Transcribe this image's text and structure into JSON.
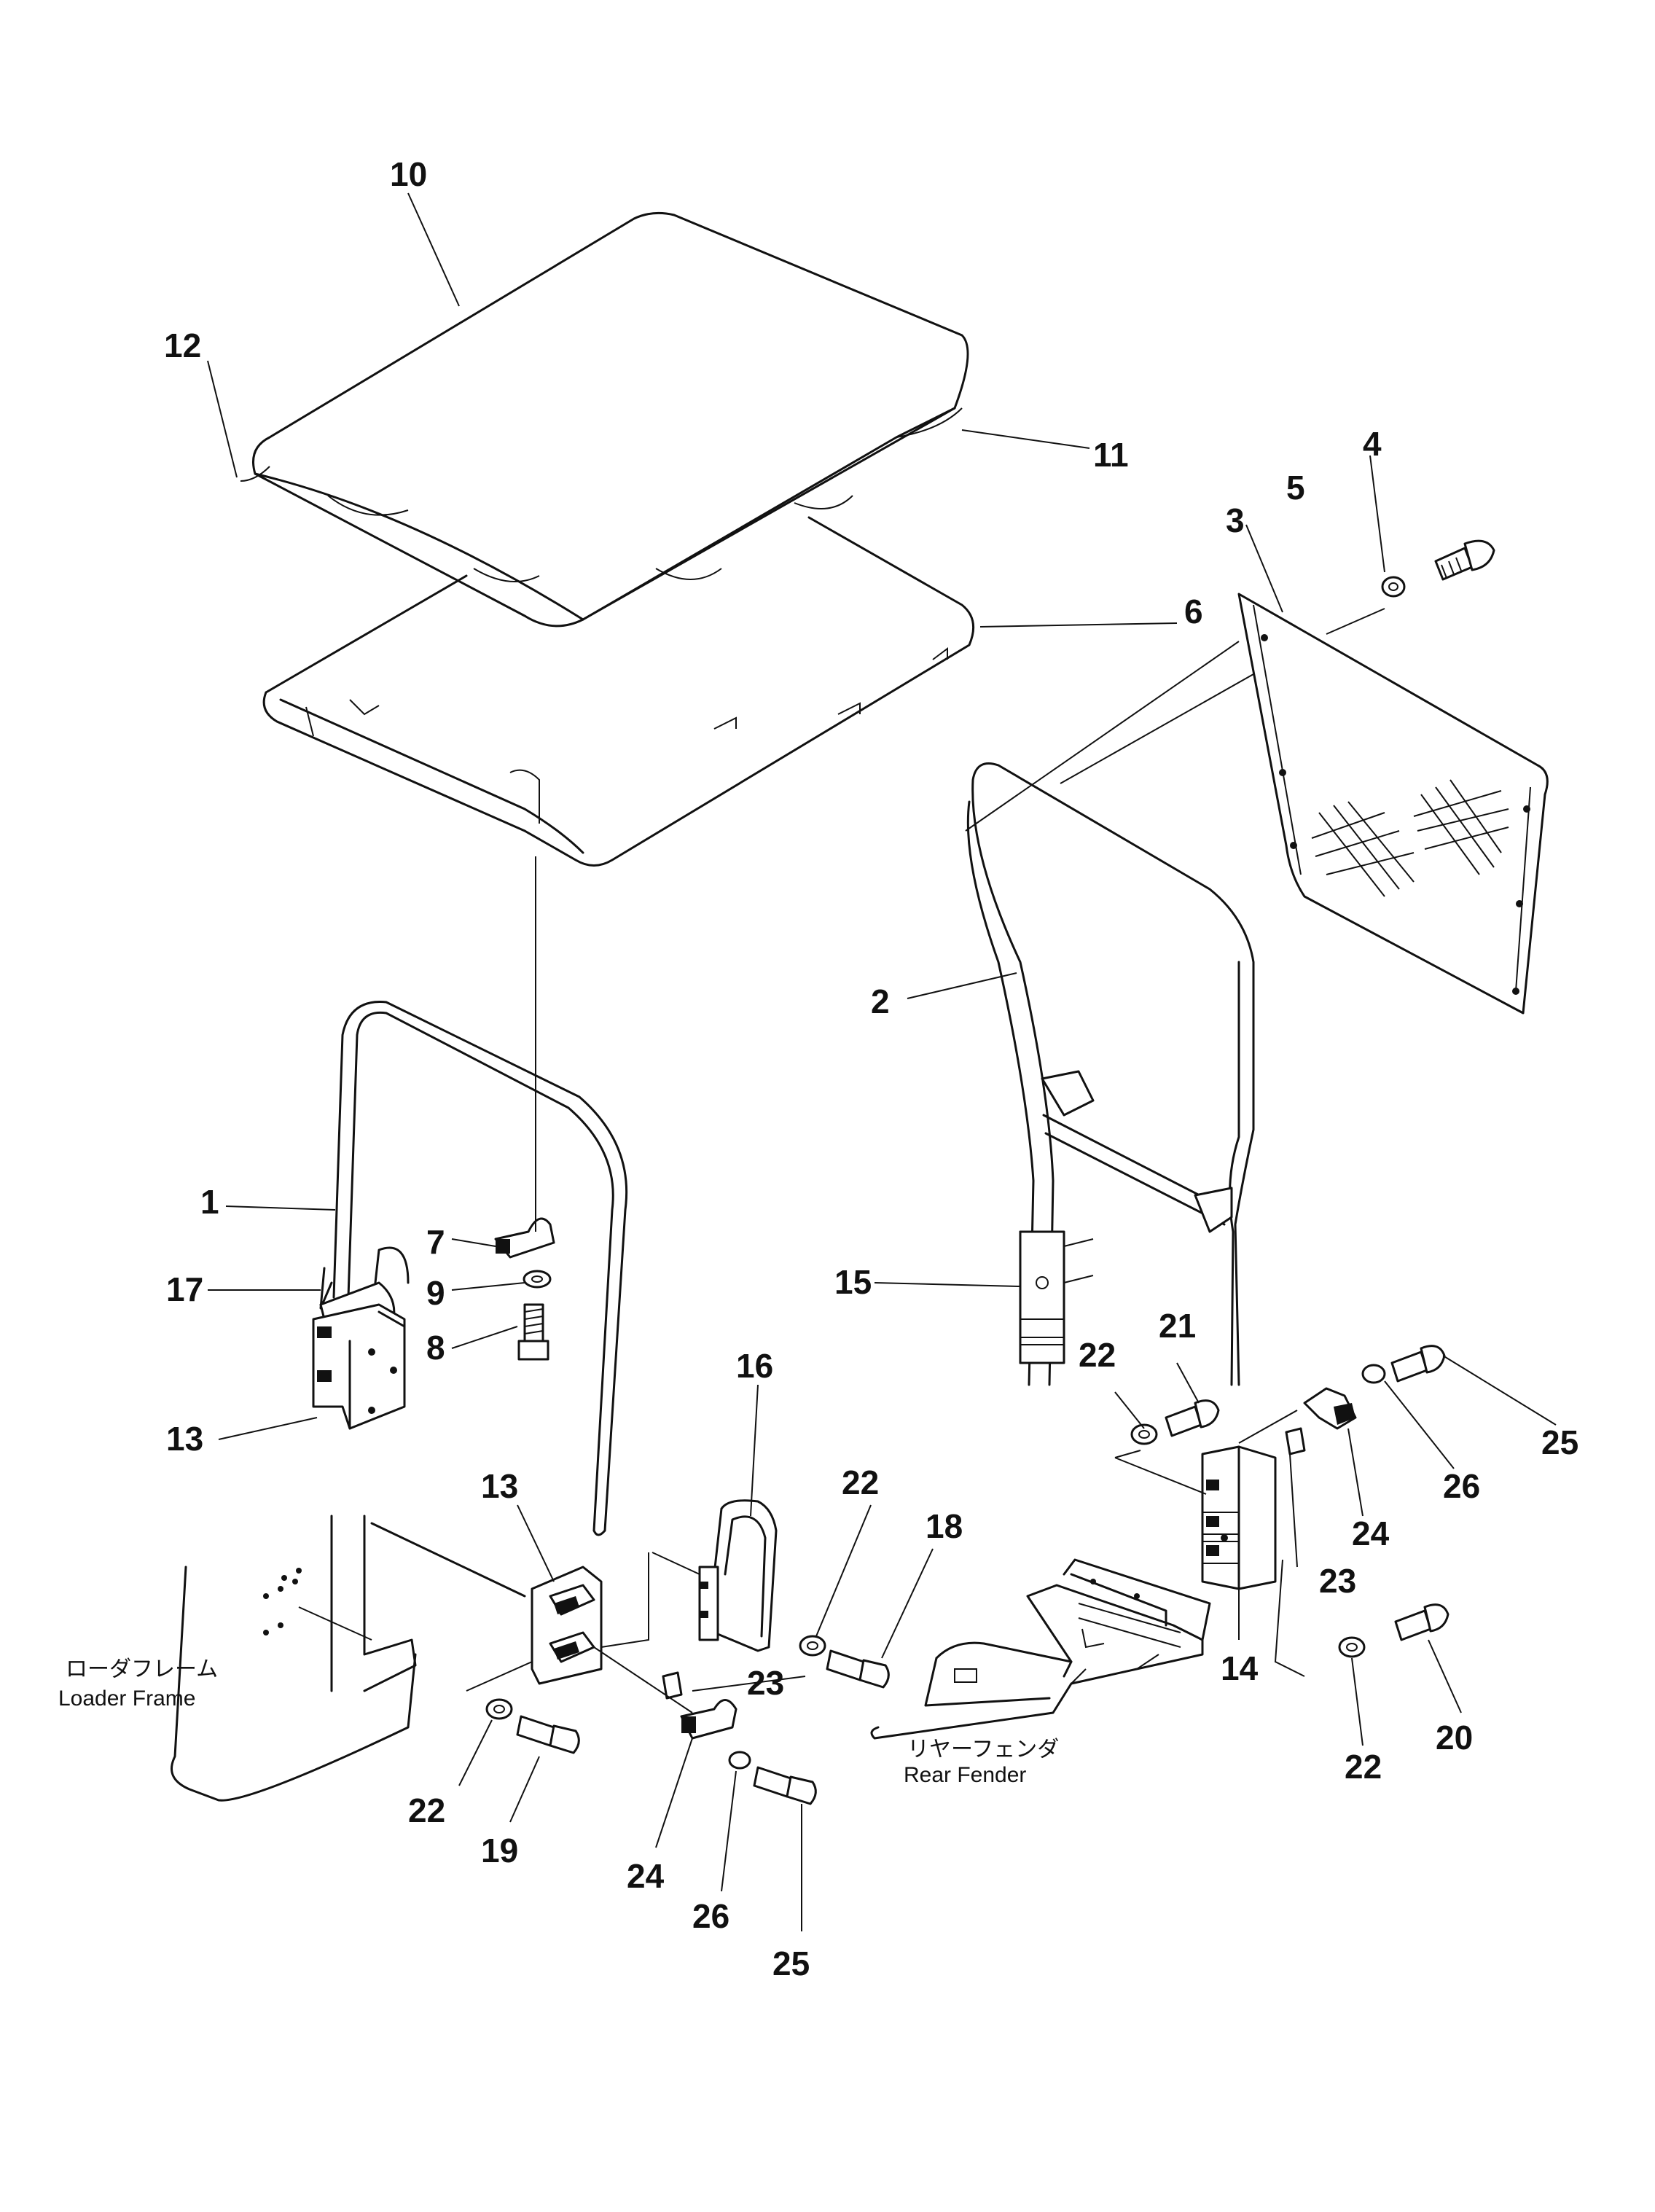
{
  "callouts": [
    "10",
    "12",
    "11",
    "4",
    "5",
    "3",
    "6",
    "2",
    "1",
    "7",
    "17",
    "9",
    "8",
    "13",
    "15",
    "21",
    "22",
    "25",
    "16",
    "13",
    "22",
    "18",
    "26",
    "24",
    "23",
    "23",
    "14",
    "20",
    "22",
    "19",
    "24",
    "26",
    "25",
    "22"
  ],
  "labels": {
    "loader_frame_jp": "ローダフレーム",
    "loader_frame_en": "Loader Frame",
    "rear_fender_jp": "リヤーフェンダ",
    "rear_fender_en": "Rear Fender"
  },
  "parts": [
    {
      "id": "roof-cover-10",
      "name": "roof cover"
    },
    {
      "id": "roof-frame-6",
      "name": "roof frame"
    },
    {
      "id": "front-frame-1",
      "name": "front frame"
    },
    {
      "id": "rear-frame-2",
      "name": "rear frame"
    },
    {
      "id": "mesh-screen-3",
      "name": "mesh screen"
    }
  ]
}
